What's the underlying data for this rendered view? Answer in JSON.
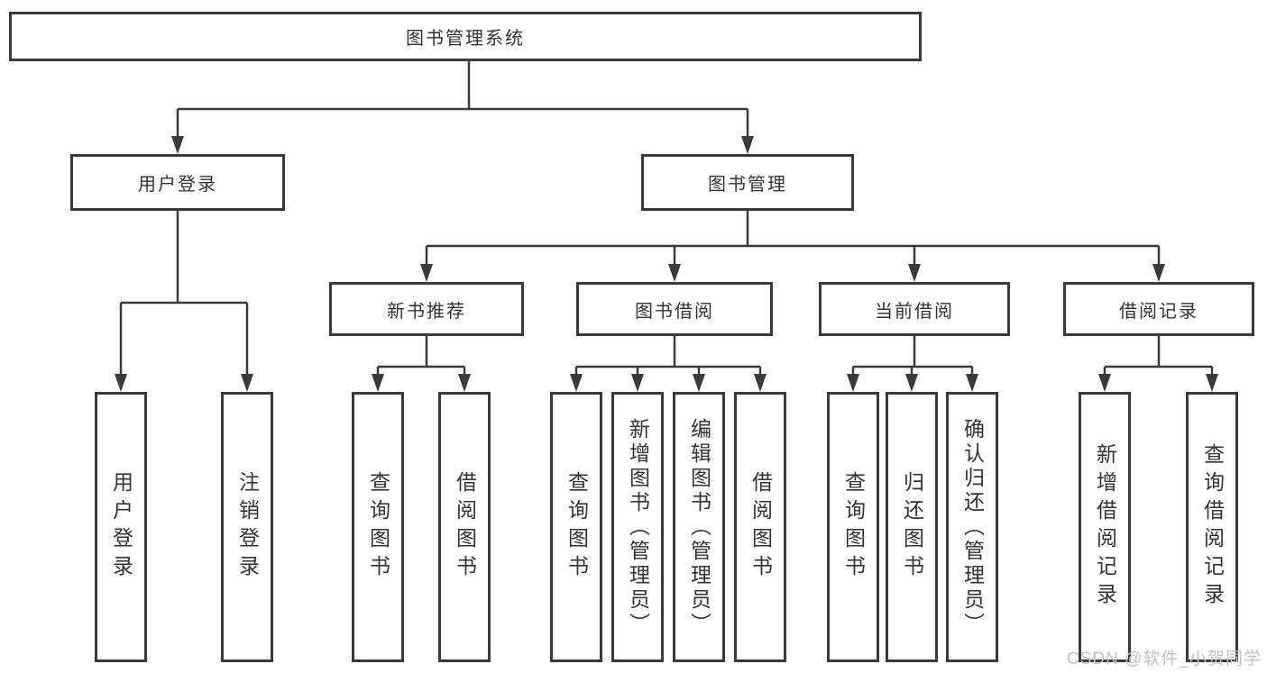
{
  "diagram": {
    "root": {
      "label": "图书管理系统"
    },
    "level2": [
      {
        "label": "用户登录"
      },
      {
        "label": "图书管理"
      }
    ],
    "level3": [
      {
        "label": "新书推荐"
      },
      {
        "label": "图书借阅"
      },
      {
        "label": "当前借阅"
      },
      {
        "label": "借阅记录"
      }
    ],
    "leaves": {
      "user_login": [
        {
          "label": "用户登录"
        },
        {
          "label": "注销登录"
        }
      ],
      "new_book": [
        {
          "label": "查询图书"
        },
        {
          "label": "借阅图书"
        }
      ],
      "borrow": [
        {
          "label": "查询图书"
        },
        {
          "label": "新增图书（管理员）"
        },
        {
          "label": "编辑图书（管理员）"
        },
        {
          "label": "借阅图书"
        }
      ],
      "current": [
        {
          "label": "查询图书"
        },
        {
          "label": "归还图书"
        },
        {
          "label": "确认归还（管理员）"
        }
      ],
      "records": [
        {
          "label": "新增借阅记录"
        },
        {
          "label": "查询借阅记录"
        }
      ]
    }
  },
  "watermark": {
    "text": "CSDN @软件_小贺同学"
  },
  "colors": {
    "line": "#3a3a3a",
    "text": "#333333",
    "box_fill": "#ffffff",
    "watermark": "#c2c2c2"
  }
}
